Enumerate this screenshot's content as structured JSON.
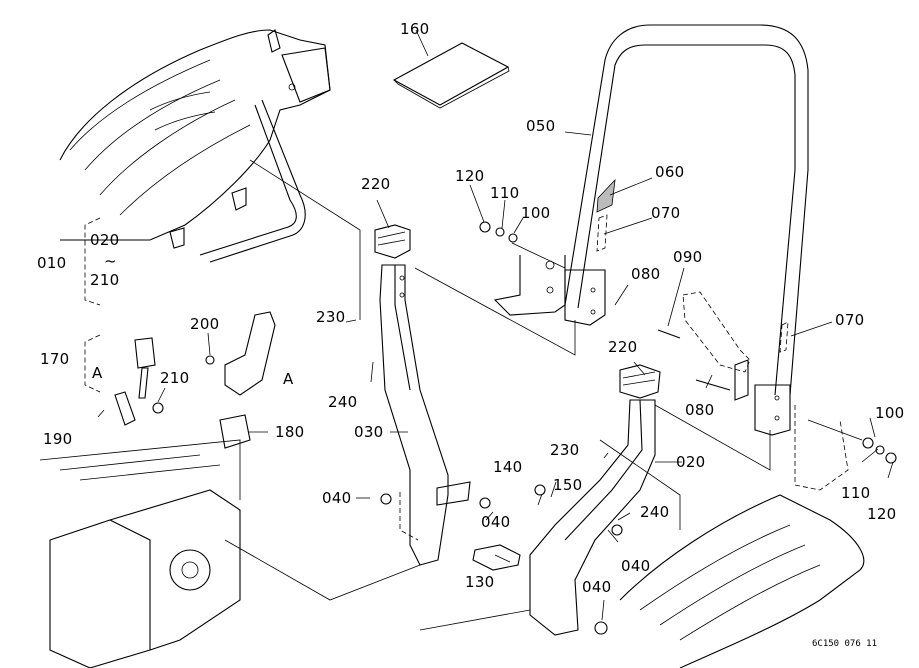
{
  "diagram": {
    "title": "Rollover protective structure (ROPS) parts exploded view",
    "drawing_code": "6C150 076 11",
    "group_label": {
      "main": "010",
      "range_from": "020",
      "range_sep": "~",
      "range_to": "210"
    },
    "sub_group": {
      "main": "170",
      "ref": "A"
    },
    "ref_marker": "A",
    "callouts": {
      "p160": "160",
      "p050": "050",
      "p060": "060",
      "p070a": "070",
      "p070b": "070",
      "p120a": "120",
      "p110a": "110",
      "p100a": "100",
      "p220a": "220",
      "p220b": "220",
      "p230a": "230",
      "p230b": "230",
      "p240a": "240",
      "p240b": "240",
      "p080a": "080",
      "p080b": "080",
      "p090": "090",
      "p100b": "100",
      "p110b": "110",
      "p120b": "120",
      "p200": "200",
      "p210": "210",
      "p190": "190",
      "p180": "180",
      "p030": "030",
      "p020": "020",
      "p040a": "040",
      "p040b": "040",
      "p040c": "040",
      "p040d": "040",
      "p140": "140",
      "p150": "150",
      "p130": "130"
    }
  }
}
